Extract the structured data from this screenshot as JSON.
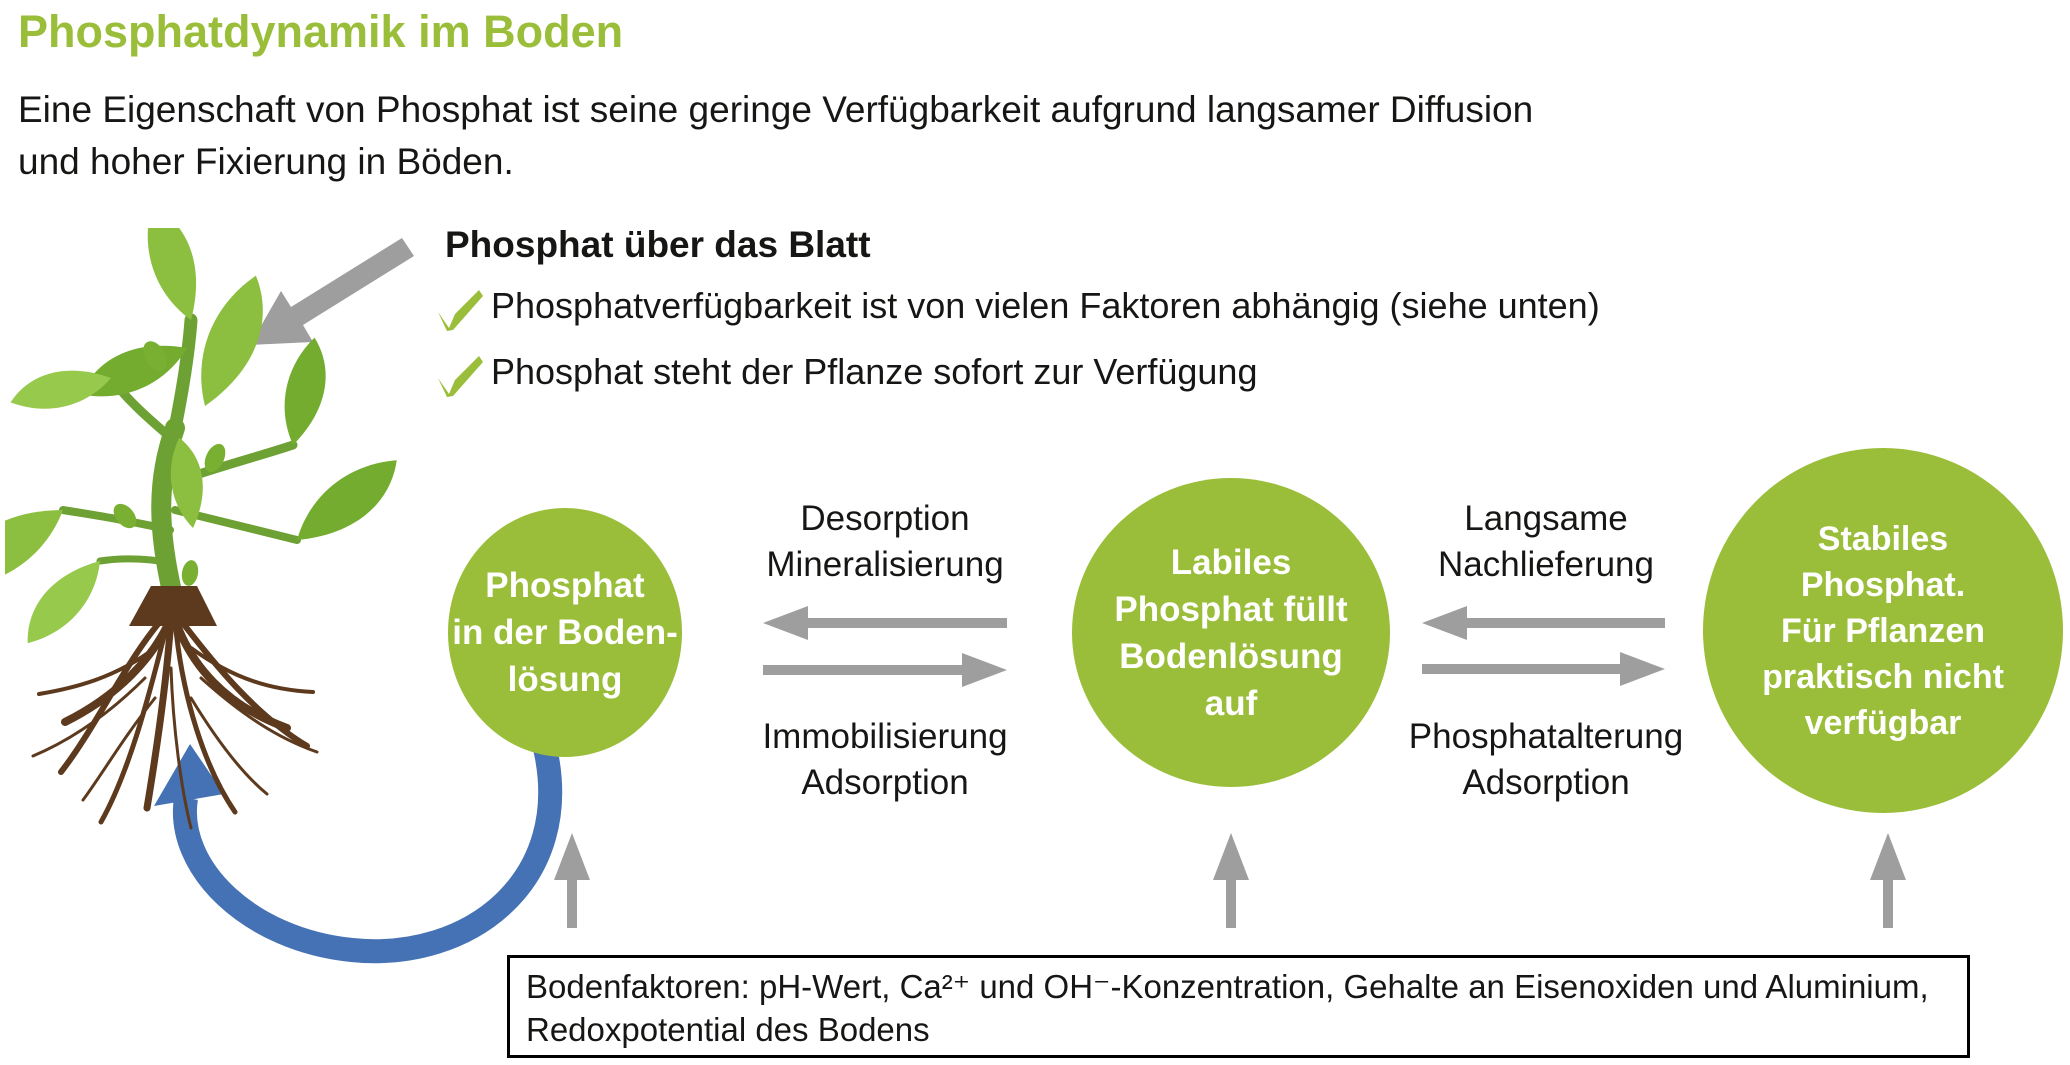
{
  "title": "Phosphatdynamik im Boden",
  "intro": {
    "line1": "Eine Eigenschaft von Phosphat ist seine geringe Verfügbarkeit aufgrund langsamer Diffusion",
    "line2": "und hoher Fixierung in Böden."
  },
  "leaf_section": {
    "heading": "Phosphat über das Blatt",
    "bullets": [
      "Phosphatverfügbarkeit ist von vielen Faktoren abhängig (siehe unten)",
      "Phosphat steht der Pflanze sofort zur Verfügung"
    ]
  },
  "cycle": {
    "nodes": [
      {
        "id": "phosphat-bodenloesung",
        "lines": [
          "Phosphat",
          "in der Boden-",
          "lösung"
        ]
      },
      {
        "id": "labiles-phosphat",
        "lines": [
          "Labiles",
          "Phosphat füllt",
          "Bodenlösung",
          "auf"
        ]
      },
      {
        "id": "stabiles-phosphat",
        "lines": [
          "Stabiles",
          "Phosphat.",
          "Für Pflanzen",
          "praktisch nicht",
          "verfügbar"
        ]
      }
    ],
    "exchanges": [
      {
        "top_label": {
          "line1": "Desorption",
          "line2": "Mineralisierung"
        },
        "bottom_label": {
          "line1": "Immobilisierung",
          "line2": "Adsorption"
        }
      },
      {
        "top_label": {
          "line1": "Langsame",
          "line2": "Nachlieferung"
        },
        "bottom_label": {
          "line1": "Phosphatalterung",
          "line2": "Adsorption"
        }
      }
    ]
  },
  "soil_factors": {
    "line1": "Bodenfaktoren: pH-Wert, Ca²⁺ und OH⁻-Konzentration, Gehalte an Eisenoxiden und Aluminium,",
    "line2": "Redoxpotential des Bodens"
  },
  "colors": {
    "green": "#9abe39",
    "leaf_green": "#8cbf3f",
    "stem_green": "#6da133",
    "root_brown": "#5d3a1d",
    "arrow_gray": "#9e9e9e",
    "uptake_blue": "#4472b4",
    "text": "#161615"
  }
}
